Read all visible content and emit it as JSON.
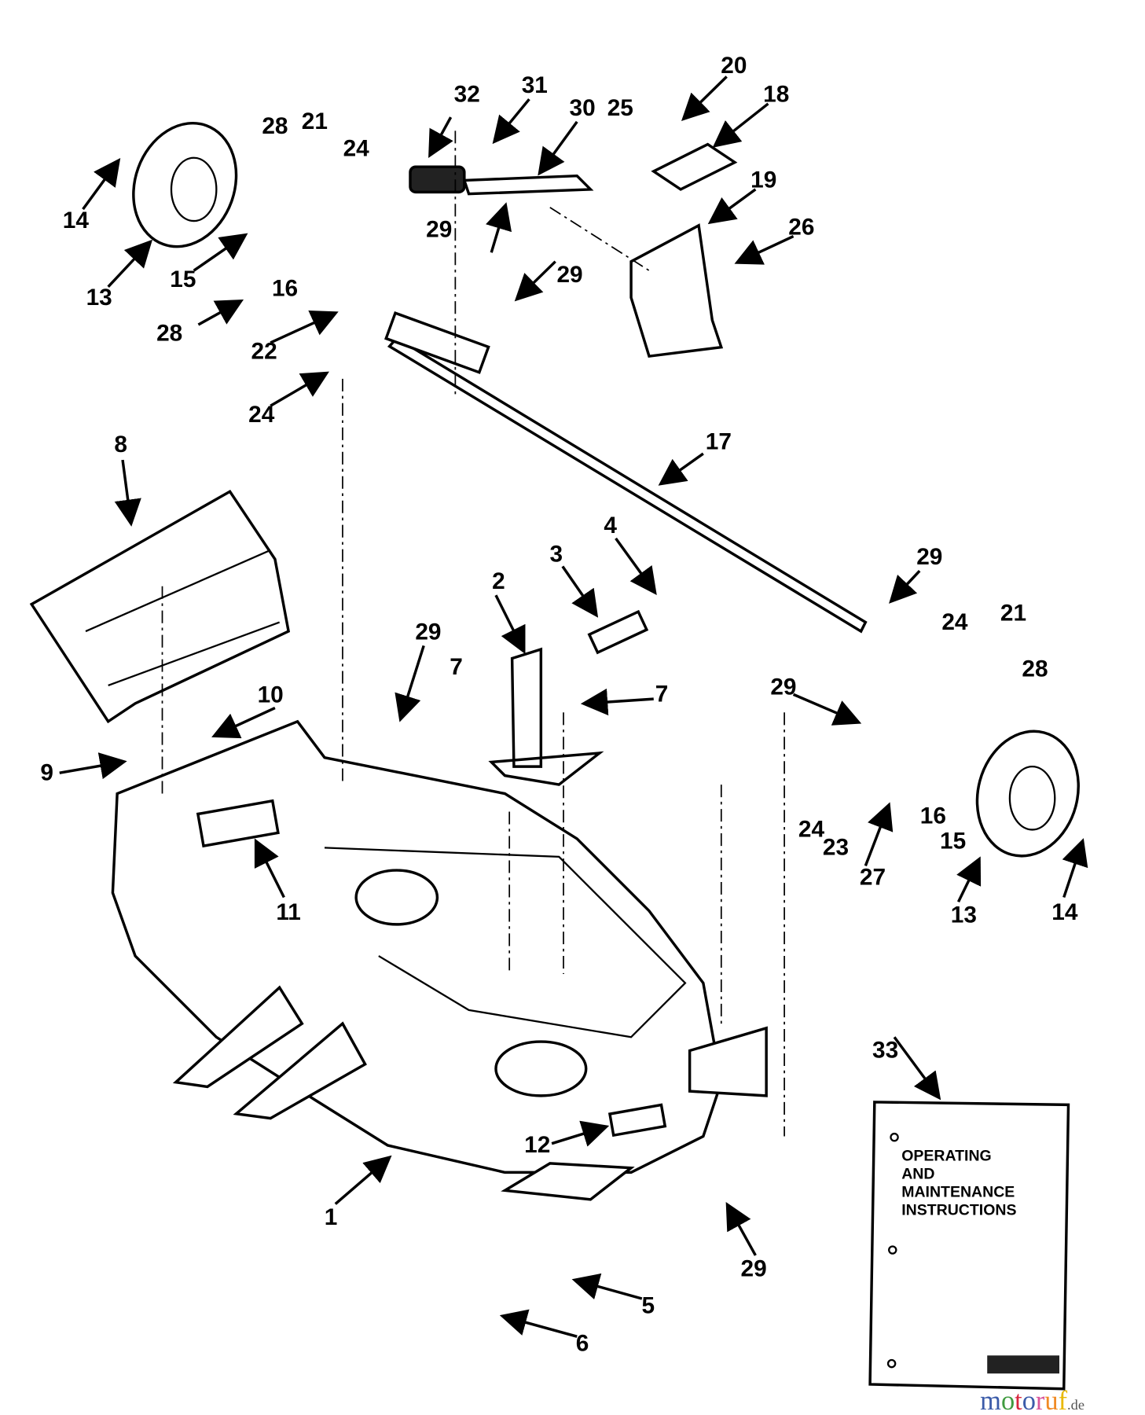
{
  "diagram": {
    "callouts": [
      "14",
      "13",
      "15",
      "28",
      "21",
      "24",
      "16",
      "28",
      "22",
      "29",
      "24",
      "32",
      "31",
      "30",
      "25",
      "20",
      "18",
      "19",
      "26",
      "29",
      "17",
      "8",
      "4",
      "3",
      "2",
      "29",
      "29",
      "24",
      "21",
      "28",
      "29",
      "7",
      "7",
      "10",
      "9",
      "11",
      "16",
      "15",
      "24",
      "23",
      "27",
      "13",
      "14",
      "33",
      "12",
      "1",
      "29",
      "5",
      "6"
    ],
    "manual": {
      "line1": "OPERATING",
      "line2": "AND",
      "line3": "MAINTENANCE",
      "line4": "INSTRUCTIONS"
    },
    "watermark": {
      "m": "m",
      "o1": "o",
      "t": "t",
      "o2": "o",
      "r": "r",
      "u": "u",
      "f": "f",
      "tld": ".de"
    },
    "colors": {
      "line": "#000000",
      "background": "#ffffff",
      "wm_blue": "#3b5ba9",
      "wm_green": "#3f9b3f",
      "wm_red": "#d7263d",
      "wm_pink": "#d9559b",
      "wm_orange": "#f08a24",
      "wm_yellow": "#e9b800"
    }
  }
}
